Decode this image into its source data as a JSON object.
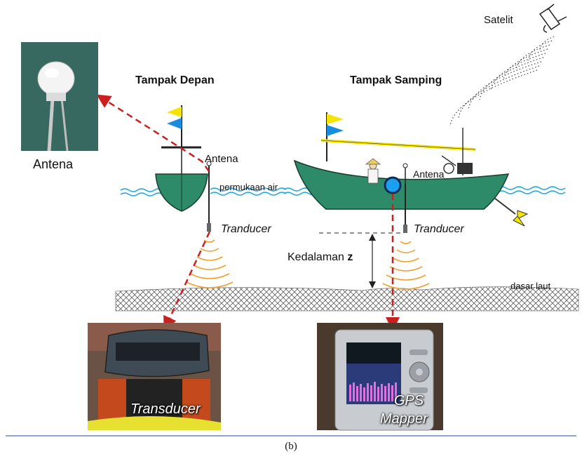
{
  "labels": {
    "satellite": "Satelit",
    "front_view": "Tampak Depan",
    "side_view": "Tampak Samping",
    "antenna_photo": "Antena",
    "antenna_front": "Antena",
    "antenna_side": "Antena",
    "water_surface": "permukaan air",
    "transducer_front": "Tranducer",
    "transducer_side": "Tranducer",
    "depth_prefix": "Kedalaman",
    "depth_var": "z",
    "seabed": "dasar laut",
    "transducer_photo": "Transducer",
    "gps_line1": "GPS",
    "gps_line2": "Mapper"
  },
  "figure_caption": "(b)",
  "colors": {
    "hull": "#2e8b6a",
    "water": "#1fa7e0",
    "arrow": "#cc1f1f",
    "sonar": "#f0a030",
    "flag_yellow": "#f5e400",
    "flag_blue": "#1a8ce0",
    "rule": "#4a72b0"
  }
}
